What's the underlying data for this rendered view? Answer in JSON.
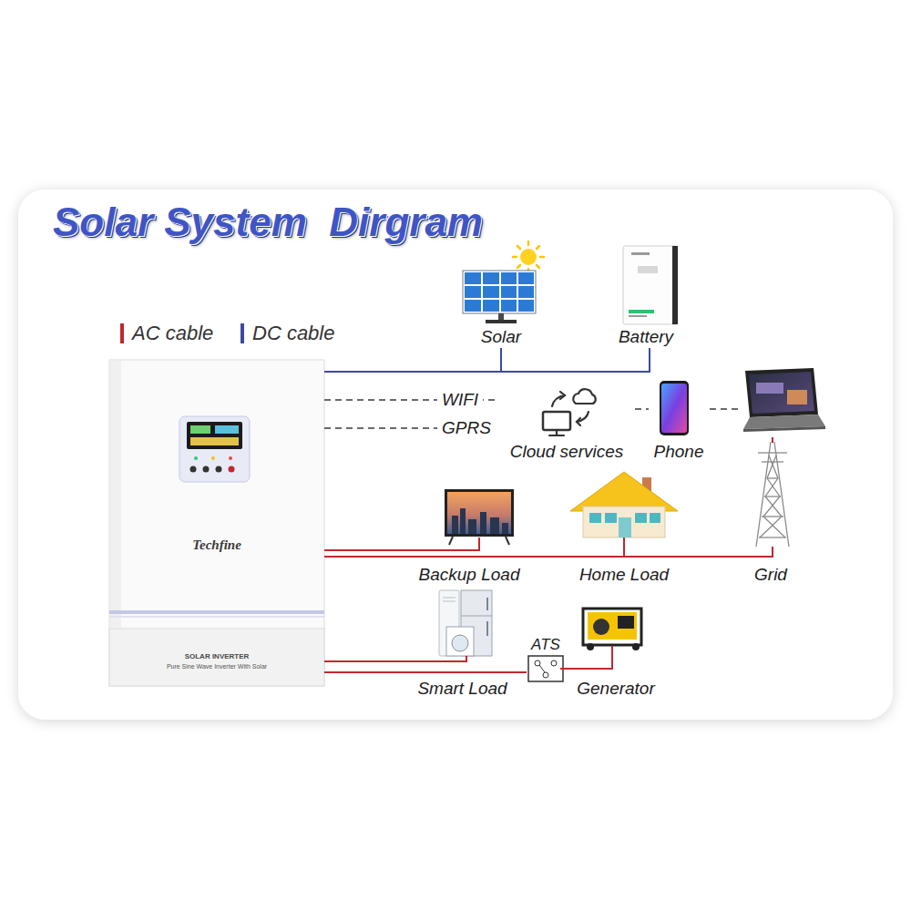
{
  "diagram": {
    "title": "Solar System  Dirgram",
    "nodes": [
      {
        "text": [
          "Techfine",
          "SOLAR INVERTER",
          "Pure Sine Wave Inverter With Solar"
        ]
      },
      {
        "text": [
          "Solar"
        ]
      },
      {
        "text": [
          "Battery"
        ]
      },
      {
        "text": [
          "Cloud services"
        ]
      },
      {
        "text": [
          "Phone"
        ]
      },
      {
        "text": [
          "Backup Load"
        ]
      },
      {
        "text": [
          "Home Load"
        ]
      },
      {
        "text": [
          "Grid"
        ]
      },
      {
        "text": [
          "Smart Load"
        ]
      },
      {
        "text": [
          "ATS"
        ]
      },
      {
        "text": [
          "Generator"
        ]
      }
    ],
    "edges": [
      {
        "from": 0,
        "to": 1,
        "arrow": "none"
      },
      {
        "from": 0,
        "to": 2,
        "arrow": "none"
      },
      {
        "from": 0,
        "to": 3,
        "label": "WIFI",
        "arrow": "none"
      },
      {
        "from": 0,
        "to": 3,
        "label": "GPRS",
        "arrow": "none"
      },
      {
        "from": 3,
        "to": 4,
        "arrow": "none"
      },
      {
        "from": 0,
        "to": 5,
        "arrow": "none"
      },
      {
        "from": 0,
        "to": 6,
        "arrow": "none"
      },
      {
        "from": 0,
        "to": 7,
        "arrow": "none"
      },
      {
        "from": 0,
        "to": 8,
        "arrow": "none"
      },
      {
        "from": 0,
        "to": 9,
        "arrow": "none"
      },
      {
        "from": 10,
        "to": 9,
        "arrow": "none"
      }
    ],
    "legend": [
      {
        "text": "AC cable",
        "color": "#c0282d"
      },
      {
        "text": "DC cable",
        "color": "#3c4aa0"
      }
    ]
  }
}
